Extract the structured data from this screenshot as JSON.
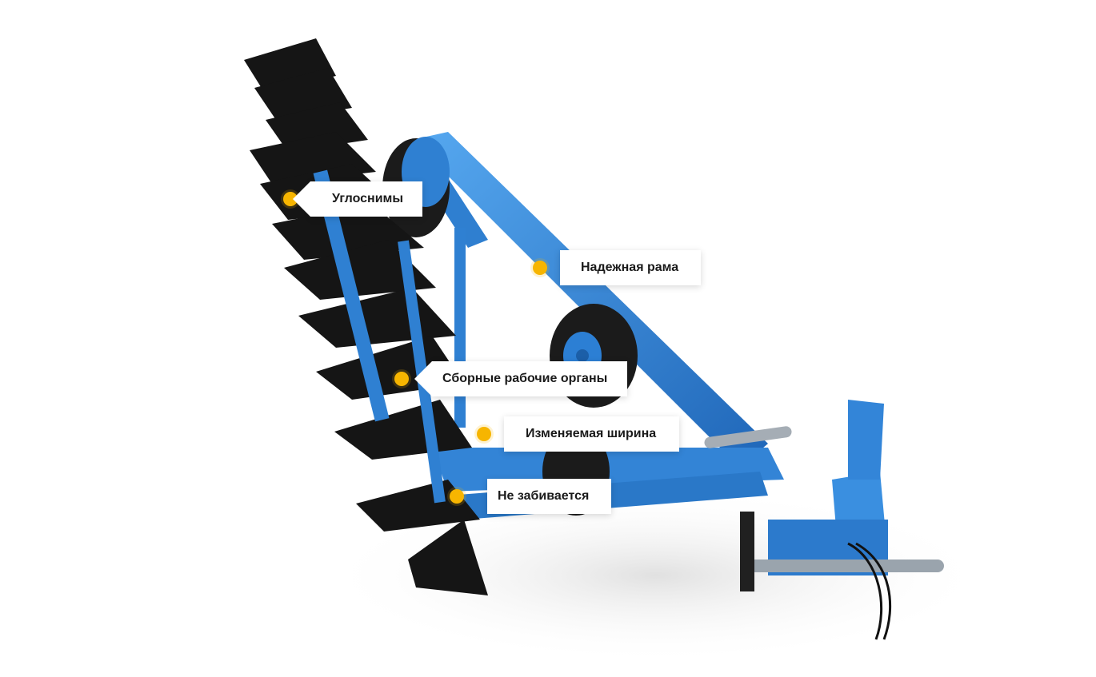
{
  "colors": {
    "frame_blue": "#3a8fe0",
    "frame_blue_dark": "#1f66b8",
    "blade_black": "#151515",
    "hotspot": "#f7b500"
  },
  "hotspots": [
    {
      "label": "Углоснимы"
    },
    {
      "label": "Надежная рама"
    },
    {
      "label": "Сборные рабочие органы"
    },
    {
      "label": "Изменяемая ширина"
    },
    {
      "label": "Не забивается"
    }
  ]
}
